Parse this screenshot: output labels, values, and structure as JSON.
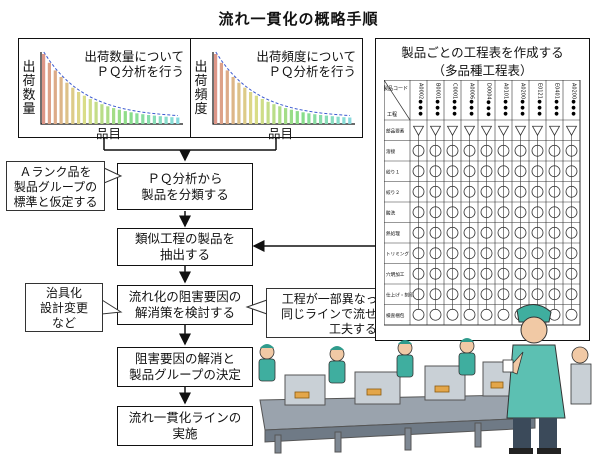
{
  "title": "流れ一貫化の概略手順",
  "pq_panels": [
    {
      "title_l1": "出荷数量について",
      "title_l2": "ＰＱ分析を行う",
      "ylabel": "出荷数量",
      "xlabel": "品目"
    },
    {
      "title_l1": "出荷頻度について",
      "title_l2": "ＰＱ分析を行う",
      "ylabel": "出荷頻度",
      "xlabel": "品目"
    }
  ],
  "flow_steps": [
    {
      "line1": "ＰＱ分析から",
      "line2": "製品を分類する"
    },
    {
      "line1": "類似工程の製品を",
      "line2": "抽出する"
    },
    {
      "line1": "流れ化の阻害要因の",
      "line2": "解消策を検討する"
    },
    {
      "line1": "阻害要因の解消と",
      "line2": "製品グループの決定"
    },
    {
      "line1": "流れ一貫化ラインの",
      "line2": "実施"
    }
  ],
  "notes": {
    "a_rank": [
      "Ａランク品を",
      "製品グループの",
      "標準と仮定する"
    ],
    "jig": [
      "治具化",
      "設計変更",
      "など"
    ],
    "line": [
      "工程が一部異なっていても",
      "同じラインで流せるように",
      "工夫する"
    ]
  },
  "process_table": {
    "title_l1": "製品ごとの工程表を作成する",
    "title_l2": "（多品種工程表）",
    "header_top": "製品コード",
    "header_left": "工程",
    "columns": [
      "A0002●●●",
      "B0001●●●",
      "C0001●●●",
      "A0006●●●",
      "D0004●●●",
      "A0101●●●",
      "A0200●●●",
      "E0121●●●",
      "E0401●●●",
      "A0200●●●"
    ],
    "rows": [
      "部品要素",
      "溶接",
      "絞り１",
      "絞り２",
      "酸洗",
      "熱処理",
      "トリミング",
      "穴明加工",
      "仕上げ・刻印",
      "検査梱包"
    ]
  }
}
